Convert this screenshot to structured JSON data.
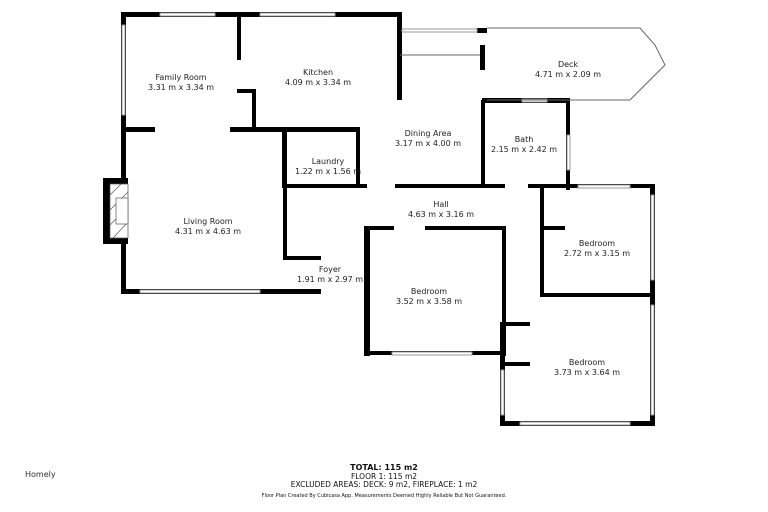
{
  "rooms": [
    {
      "name": "Family Room",
      "size": "3.31 m x 3.34 m"
    },
    {
      "name": "Kitchen",
      "size": "4.09 m x 3.34 m"
    },
    {
      "name": "Deck",
      "size": "4.71 m x 2.09 m"
    },
    {
      "name": "Dining Area",
      "size": "3.17 m x 4.00 m"
    },
    {
      "name": "Bath",
      "size": "2.15 m x 2.42 m"
    },
    {
      "name": "Laundry",
      "size": "1.22 m x 1.56 m"
    },
    {
      "name": "Hall",
      "size": "4.63 m x 3.16 m"
    },
    {
      "name": "Living Room",
      "size": "4.31 m x 4.63 m"
    },
    {
      "name": "Bedroom",
      "size": "2.72 m x 3.15 m"
    },
    {
      "name": "Foyer",
      "size": "1.91 m x 2.97 m"
    },
    {
      "name": "Bedroom",
      "size": "3.52 m x 3.58 m"
    },
    {
      "name": "Bedroom",
      "size": "3.73 m x 3.64 m"
    }
  ],
  "footer": {
    "total": "TOTAL: 115 m2",
    "floor": "FLOOR 1: 115 m2",
    "excluded": "EXCLUDED AREAS: DECK: 9 m2, FIREPLACE: 1 m2",
    "disclaimer": "Floor Plan Created By Cubicasa App. Measurements Deemed Highly Reliable But Not Guaranteed.",
    "logo": "Homely"
  },
  "colors": {
    "wall": "#000000",
    "window": "#999999",
    "background": "#ffffff"
  }
}
